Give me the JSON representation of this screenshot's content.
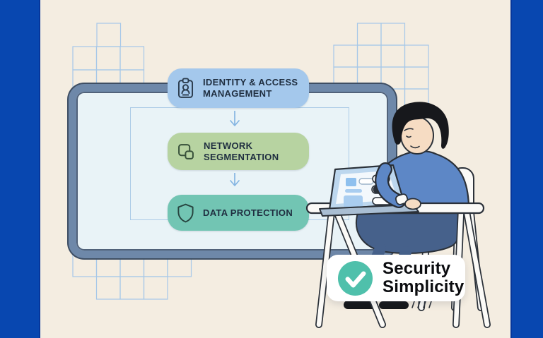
{
  "canvas": {
    "background_color": "#f4ede1",
    "side_bar_color": "#0847b0",
    "grid_line_color": "#a6c8e8"
  },
  "board": {
    "frame_color": "#6e88a9",
    "surface_color": "#e9f3f7",
    "connector_color": "#abcbe7"
  },
  "flow": {
    "arrow_color": "#85b5e2",
    "boxes": [
      {
        "id": "identity-access-management",
        "line1": "IDENTITY & ACCESS",
        "line2": "MANAGEMENT",
        "fill": "#a4c8ec",
        "icon": "id-badge-icon"
      },
      {
        "id": "network-segmentation",
        "line1": "NETWORK",
        "line2": "SEGMENTATION",
        "fill": "#b7d3a1",
        "icon": "segmentation-icon"
      },
      {
        "id": "data-protection",
        "line1": "DATA PROTECTION",
        "line2": "",
        "fill": "#72c5b3",
        "icon": "shield-icon"
      }
    ]
  },
  "badge": {
    "line1": "Security",
    "line2": "Simplicity",
    "check_color": "#4fc0ab"
  },
  "illustration": {
    "sweater_color": "#5d87c6",
    "pants_color": "#46618b",
    "skin_color": "#f6dcc3",
    "hair_color": "#17181c",
    "furniture_color": "#fbfaf7",
    "outline_color": "#2b3139",
    "laptop_frame_color": "#bdd7ee"
  }
}
